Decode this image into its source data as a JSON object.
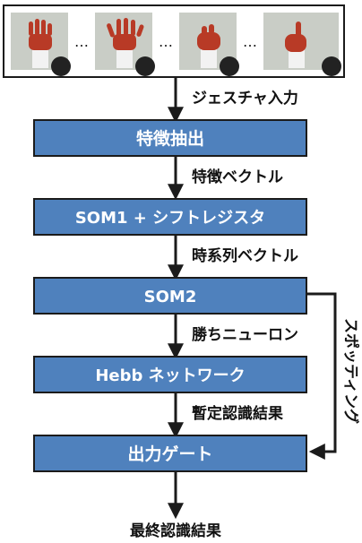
{
  "input_frames": {
    "count": 4,
    "separator": "…",
    "glove_color": "#b83a26",
    "background_color": "#c9cdc6"
  },
  "colors": {
    "box_fill": "#4f81bd",
    "box_stroke": "#1b1b1b",
    "arrow": "#1b1b1b"
  },
  "boxes": {
    "feature_extraction": "特徴抽出",
    "som1_shift_register": "SOM1 + シフトレジスタ",
    "som2": "SOM2",
    "hebb_network": "Hebb ネットワーク",
    "output_gate": "出力ゲート"
  },
  "flow_labels": {
    "gesture_input": "ジェスチャ入力",
    "feature_vector": "特徴ベクトル",
    "time_series_vector": "時系列ベクトル",
    "winner_neuron": "勝ちニューロン",
    "provisional_result": "暫定認識結果",
    "final_result": "最終認識結果",
    "spotting": "スポッティング"
  }
}
